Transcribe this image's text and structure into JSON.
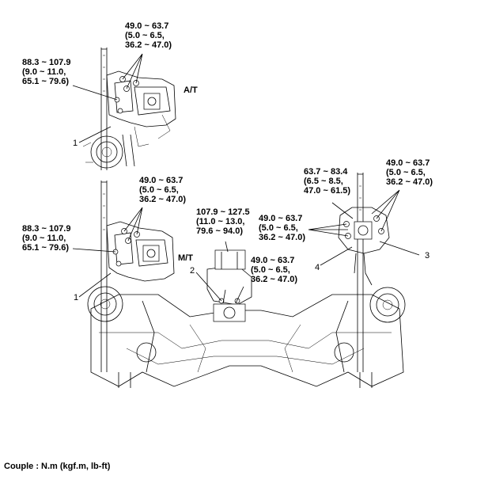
{
  "torques": {
    "at_top": [
      "49.0 ~ 63.7",
      "(5.0 ~ 6.5,",
      "36.2 ~ 47.0)"
    ],
    "at_left": [
      "88.3 ~ 107.9",
      "(9.0 ~ 11.0,",
      "65.1 ~ 79.6)"
    ],
    "mt_top": [
      "49.0 ~ 63.7",
      "(5.0 ~ 6.5,",
      "36.2 ~ 47.0)"
    ],
    "mt_left": [
      "88.3 ~ 107.9",
      "(9.0 ~ 11.0,",
      "65.1 ~ 79.6)"
    ],
    "center": [
      "107.9 ~ 127.5",
      "(11.0 ~ 13.0,",
      "79.6 ~ 94.0)"
    ],
    "center_mid": [
      "49.0 ~ 63.7",
      "(5.0 ~ 6.5,",
      "36.2 ~ 47.0)"
    ],
    "center_low": [
      "49.0 ~ 63.7",
      "(5.0 ~ 6.5,",
      "36.2 ~ 47.0)"
    ],
    "right_a": [
      "63.7 ~ 83.4",
      "(6.5 ~ 8.5,",
      "47.0 ~ 61.5)"
    ],
    "right_b": [
      "49.0 ~ 63.7",
      "(5.0 ~ 6.5,",
      "36.2 ~ 47.0)"
    ]
  },
  "tags": {
    "at": "A/T",
    "mt": "M/T"
  },
  "callouts": {
    "c1a": "1",
    "c1b": "1",
    "c2": "2",
    "c3": "3",
    "c4": "4"
  },
  "footer": {
    "caption": "Couple : N.m (kgf.m, lb-ft)"
  }
}
